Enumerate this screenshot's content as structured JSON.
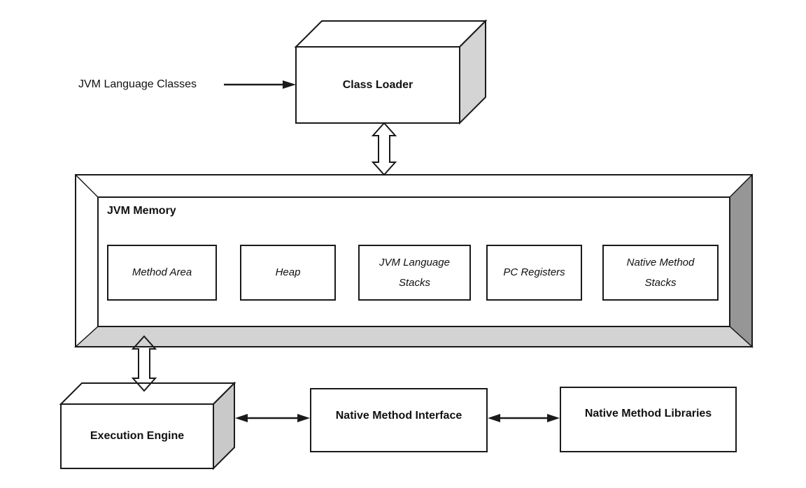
{
  "diagram": {
    "external_input_label": "JVM Language Classes",
    "class_loader": {
      "label": "Class Loader"
    },
    "jvm_memory": {
      "label": "JVM Memory",
      "regions": [
        {
          "label": "Method Area"
        },
        {
          "label": "Heap"
        },
        {
          "label": "JVM Language Stacks"
        },
        {
          "label": "PC Registers"
        },
        {
          "label": "Native Method Stacks"
        }
      ]
    },
    "execution_engine": {
      "label": "Execution Engine"
    },
    "native_method_interface": {
      "label": "Native Method Interface"
    },
    "native_method_libraries": {
      "label": "Native Method Libraries"
    },
    "colors": {
      "line": "#1a1a1a",
      "box_fill": "#ffffff",
      "side_face_light": "#d4d4d4",
      "side_face_mid": "#c9c9c9",
      "frame_right_shade": "#969696",
      "frame_bottom_shade": "#d3d3d3",
      "background": "#ffffff"
    }
  }
}
